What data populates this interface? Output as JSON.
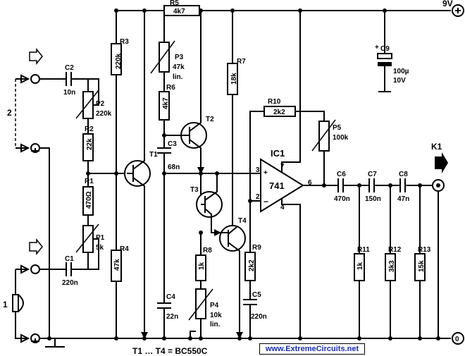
{
  "supply": {
    "label": "9V",
    "ground_label": "0"
  },
  "caption": "T1 … T4 = BC550C",
  "footer": {
    "link": "www.ExtremeCircuits.net"
  },
  "inputs": {
    "pair_label": "2",
    "mic_label": "1"
  },
  "output": {
    "label": "K1"
  },
  "ic": {
    "name": "IC1",
    "type": "741",
    "pin3": "3",
    "pin2": "2",
    "pin7": "7",
    "pin4": "4",
    "pin6": "6"
  },
  "transistors": {
    "t1": "T1",
    "t2": "T2",
    "t3": "T3",
    "t4": "T4"
  },
  "components": {
    "r1": {
      "name": "R1",
      "value": "470Ω"
    },
    "r2": {
      "name": "R2",
      "value": "22k"
    },
    "r3": {
      "name": "R3",
      "value": "220k"
    },
    "r4": {
      "name": "R4",
      "value": "47k"
    },
    "r5": {
      "name": "R5",
      "value": "4k7"
    },
    "r6": {
      "name": "R6",
      "value": "4k7"
    },
    "r7": {
      "name": "R7",
      "value": "18k"
    },
    "r8": {
      "name": "R8",
      "value": "1k"
    },
    "r9": {
      "name": "R9",
      "value": "2k2"
    },
    "r10": {
      "name": "R10",
      "value": "2k2"
    },
    "r11": {
      "name": "R11",
      "value": "1k"
    },
    "r12": {
      "name": "R12",
      "value": "3k3"
    },
    "r13": {
      "name": "R13",
      "value": "15k"
    },
    "p1": {
      "name": "P1",
      "value": "5k"
    },
    "p2": {
      "name": "P2",
      "value": "220k"
    },
    "p3": {
      "name": "P3",
      "value": "47k",
      "note": "lin."
    },
    "p4": {
      "name": "P4",
      "value": "10k",
      "note": "lin."
    },
    "p5": {
      "name": "P5",
      "value": "100k"
    },
    "c1": {
      "name": "C1",
      "value": "220n"
    },
    "c2": {
      "name": "C2",
      "value": "10n"
    },
    "c3": {
      "name": "C3",
      "value": "68n"
    },
    "c4": {
      "name": "C4",
      "value": "22n"
    },
    "c5": {
      "name": "C5",
      "value": "220n"
    },
    "c6": {
      "name": "C6",
      "value": "470n"
    },
    "c7": {
      "name": "C7",
      "value": "150n"
    },
    "c8": {
      "name": "C8",
      "value": "47n"
    },
    "c9": {
      "name": "C9",
      "value": "100µ",
      "note": "10V"
    }
  }
}
